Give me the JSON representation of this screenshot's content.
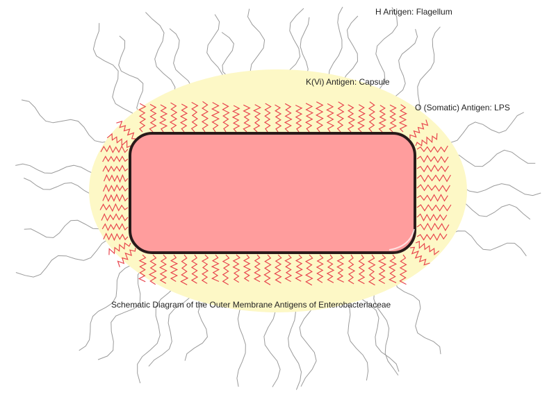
{
  "labels": {
    "h_antigen": "H Antigen:  Flagellum",
    "k_antigen": "K(Vi) Antigen:  Capsule",
    "o_antigen": "O (Somatic) Antigen:  LPS"
  },
  "caption": "Schematic Diagram of the Outer Membrane Antigens of Enterobacteriaceae",
  "colors": {
    "capsule": "#fdf8c6",
    "cell_fill": "#ff9d9d",
    "membrane": "#2a1a1a",
    "lps": "#e8464e",
    "flagellum": "#9a9a9a",
    "background": "#ffffff"
  }
}
